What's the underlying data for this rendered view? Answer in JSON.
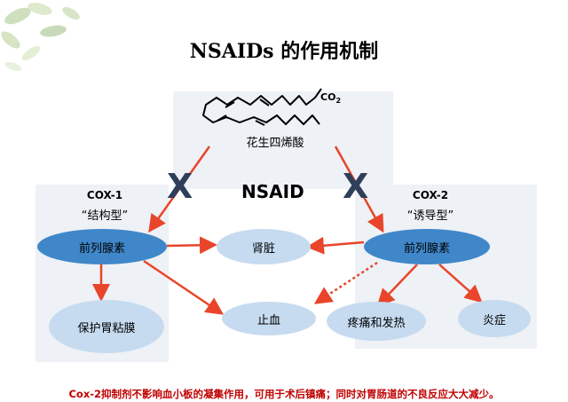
{
  "title": "NSAIDs 的作用机制",
  "molecule": {
    "name": "花生四烯酸",
    "formula": "CO",
    "formula_sub": "2"
  },
  "inhibitor": "NSAID",
  "inhibit_symbol": "X",
  "cox1": {
    "name": "COX-1",
    "type": "“结构型”"
  },
  "cox2": {
    "name": "COX-2",
    "type": "“诱导型”"
  },
  "nodes": {
    "prostaglandin_left": "前列腺素",
    "prostaglandin_right": "前列腺素",
    "kidney": "肾脏",
    "gastric": "保护胃粘膜",
    "hemostasis": "止血",
    "pain_fever": "疼痛和发热",
    "inflammation": "炎症"
  },
  "footer": "Cox-2抑制剂不影响血小板的凝集作用，可用于术后镇痛；同时对胃肠道的不良反应大大减少。",
  "colors": {
    "arrow": "#e8452a",
    "ellipse_dark": "#3f87c9",
    "ellipse_light": "#c6dbf0",
    "footer": "#c00000"
  }
}
